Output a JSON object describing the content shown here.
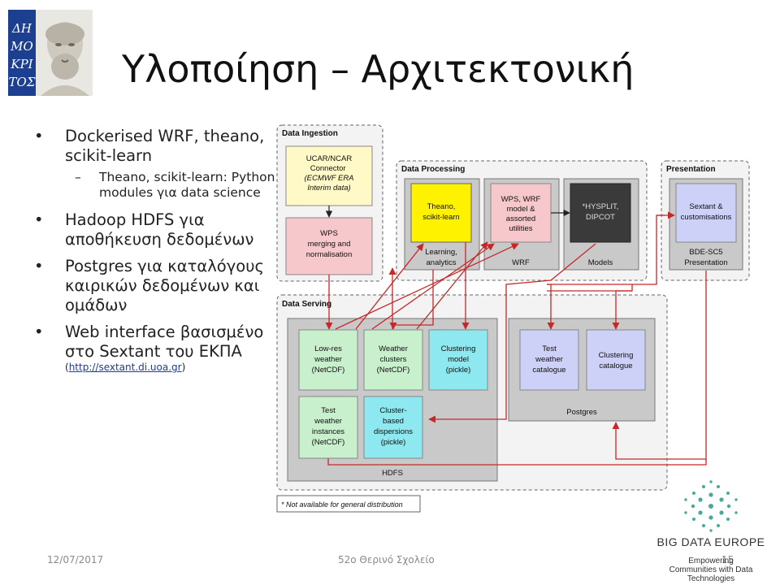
{
  "logo": {
    "text": "ΔΗΜΟΚΡΙΤΟΣ",
    "lines": [
      "ΔΗ",
      "ΜΟ",
      "ΚΡΙ",
      "ΤΟΣ"
    ]
  },
  "title": "Υλοποίηση – Αρχιτεκτονική",
  "bullets": [
    {
      "text": "Dockerised WRF, theano, scikit-learn",
      "subs": [
        "Theano, scikit-learn: Python modules για data science"
      ]
    },
    {
      "text": "Hadoop HDFS για αποθήκευση δεδομένων",
      "subs": []
    },
    {
      "text": "Postgres για καταλόγους καιρικών δεδομένων και ομάδων",
      "subs": []
    },
    {
      "text": "Web interface βασισμένο στο Sextant του ΕΚΠΑ",
      "subs": []
    }
  ],
  "link": {
    "open": "(",
    "url": "http://sextant.di.uoa.gr",
    "close": ")"
  },
  "diagram": {
    "groups": {
      "ingestion": "Data Ingestion",
      "processing": "Data Processing",
      "presentation": "Presentation",
      "serving": "Data Serving"
    },
    "subpanels": {
      "learning": "Learning, analytics",
      "wrf": "WRF",
      "models": "Models",
      "postgres": "Postgres",
      "hdfs": "HDFS",
      "bde_sc5": "BDE-SC5 Presentation"
    },
    "boxes": {
      "ucar": "UCAR/NCAR Connector (ECMWF ERA Interim data)",
      "wps": "WPS merging and normalisation",
      "theano": "Theano, scikit-learn",
      "wps_wrf": "WPS, WRF model & assorted utilities",
      "hysplit": "*HYSPLIT, DIPCOT",
      "sextant": "Sextant & customisations",
      "lowres": "Low-res weather (NetCDF)",
      "wclusters": "Weather clusters (NetCDF)",
      "cmodel": "Clustering model (pickle)",
      "testcat": "Test weather catalogue",
      "clustercat": "Clustering catalogue",
      "testinst": "Test weather instances (NetCDF)",
      "disp": "Cluster-based dispersions (pickle)"
    },
    "note": "* Not available for general distribution",
    "colors": {
      "yellow_light": "#fff9c8",
      "pink": "#f7c8cb",
      "yellow": "#fff200",
      "dark": "#3a3a3a",
      "purple": "#cdd0f7",
      "green": "#c8f0cc",
      "cyan": "#8ee8ef",
      "panel_gray": "#c9c9c9",
      "arrow_red": "#c62828"
    }
  },
  "footer": {
    "date": "12/07/2017",
    "school": "52ο Θερινό Σχολείο",
    "page": "15"
  },
  "bde": {
    "name": "BIG DATA EUROPE",
    "tagline": "Empowering Communities with Data Technologies"
  }
}
